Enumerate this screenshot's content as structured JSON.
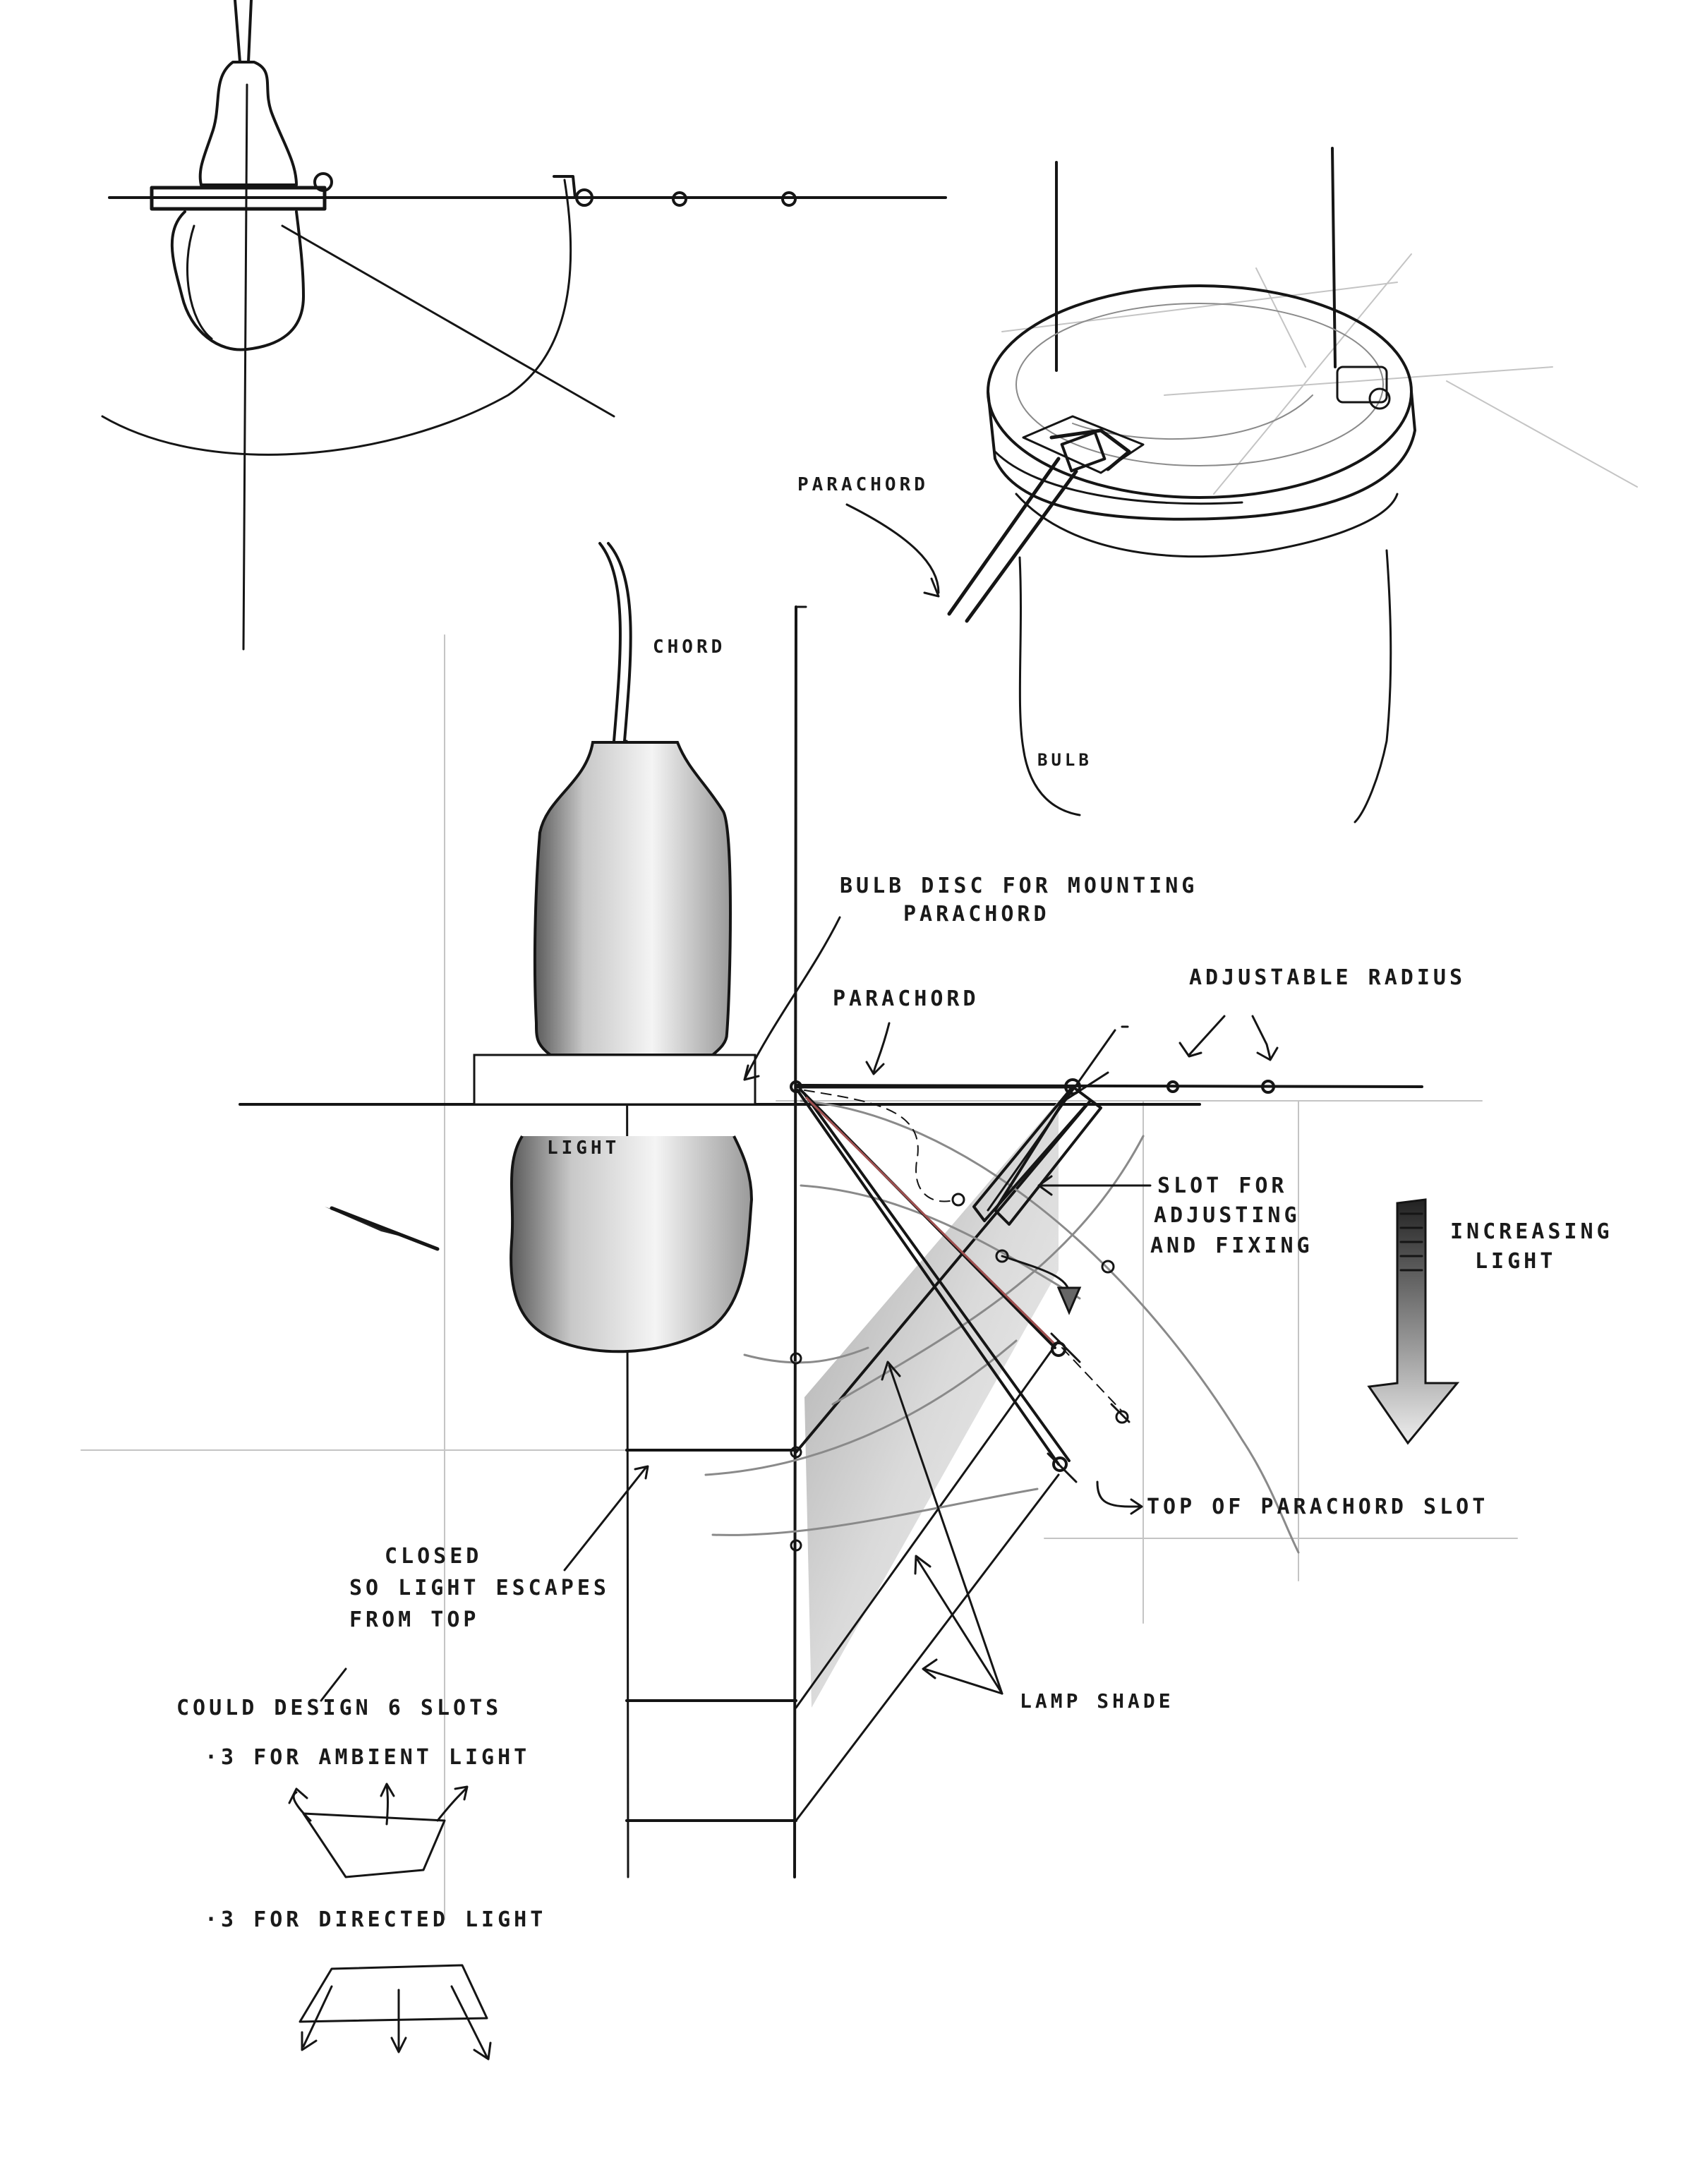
{
  "labels": {
    "parachord_top": "PARACHORD",
    "chord": "CHORD",
    "bulb_top": "BULB",
    "bulb_disc_line1": "BULB DISC FOR MOUNTING",
    "bulb_disc_line2": "PARACHORD",
    "parachord_main": "PARACHORD",
    "adjustable_radius": "ADJUSTABLE RADIUS",
    "light": "LIGHT",
    "slot_line1": "SLOT FOR",
    "slot_line2": "ADJUSTING",
    "slot_line3": "AND FIXING",
    "increasing_line1": "INCREASING",
    "increasing_line2": "LIGHT",
    "top_slot": "TOP OF PARACHORD SLOT",
    "closed_line1": "CLOSED",
    "closed_line2": "SO LIGHT ESCAPES",
    "closed_line3": "FROM TOP",
    "could_design": "COULD DESIGN 6 SLOTS",
    "ambient": "·3 FOR AMBIENT LIGHT",
    "directed": "·3 FOR DIRECTED LIGHT",
    "lamp_shade": "LAMP SHADE"
  }
}
